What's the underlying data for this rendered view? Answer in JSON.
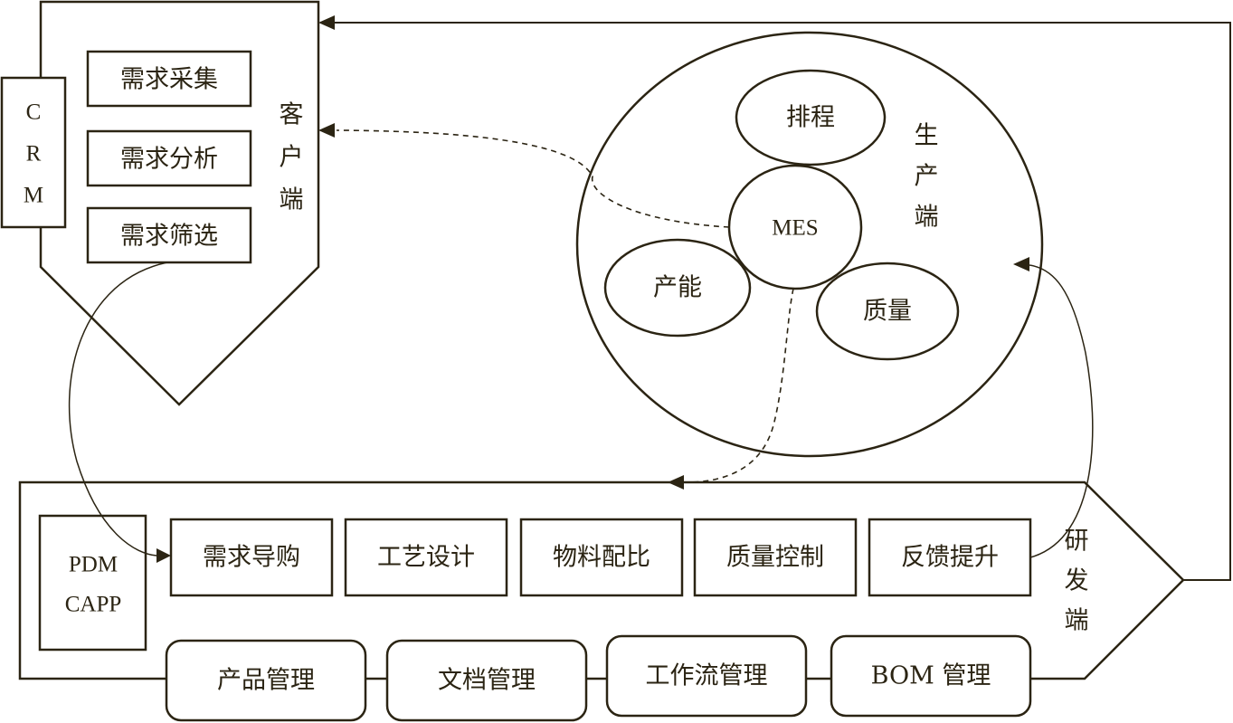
{
  "customer": {
    "label_chars": [
      "客",
      "户",
      "端"
    ],
    "crm_letters": [
      "C",
      "R",
      "M"
    ],
    "items": [
      "需求采集",
      "需求分析",
      "需求筛选"
    ]
  },
  "production": {
    "label_chars": [
      "生",
      "产",
      "端"
    ],
    "center": "MES",
    "satellites": [
      "排程",
      "产能",
      "质量"
    ]
  },
  "rnd": {
    "label_chars": [
      "研",
      "发",
      "端"
    ],
    "system_lines": [
      "PDM",
      "CAPP"
    ],
    "steps": [
      "需求导购",
      "工艺设计",
      "物料配比",
      "质量控制",
      "反馈提升"
    ],
    "modules": [
      "产品管理",
      "文档管理",
      "工作流管理",
      "BOM 管理"
    ]
  },
  "colors": {
    "stroke": "#2b2413",
    "background": "#ffffff"
  }
}
